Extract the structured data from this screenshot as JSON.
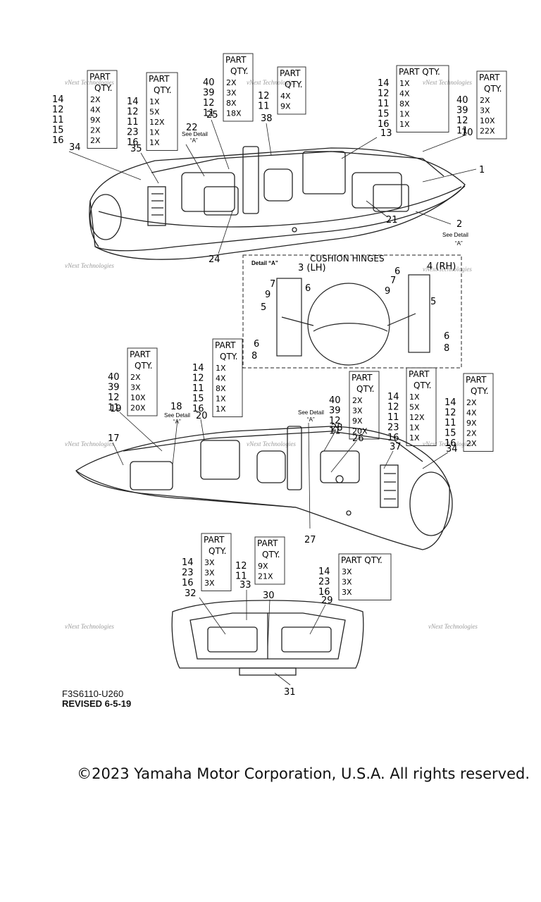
{
  "tables": {
    "t1": {
      "header": [
        "PART",
        "QTY."
      ],
      "nums": [
        "14",
        "12",
        "11",
        "15",
        "16"
      ],
      "qtys": [
        "2X",
        "4X",
        "9X",
        "2X",
        "2X"
      ]
    },
    "t2": {
      "header": [
        "PART",
        "QTY."
      ],
      "nums": [
        "14",
        "12",
        "11",
        "23",
        "16"
      ],
      "qtys": [
        "1X",
        "5X",
        "12X",
        "1X",
        "1X"
      ]
    },
    "t3": {
      "header": [
        "PART",
        "QTY."
      ],
      "nums": [
        "40",
        "39",
        "12",
        "11"
      ],
      "qtys": [
        "2X",
        "3X",
        "8X",
        "18X"
      ]
    },
    "t4": {
      "header": [
        "PART",
        "QTY."
      ],
      "nums": [
        "12",
        "11"
      ],
      "qtys": [
        "4X",
        "9X"
      ]
    },
    "t5": {
      "header": [
        "PART QTY."
      ],
      "nums": [
        "14",
        "12",
        "11",
        "15",
        "16"
      ],
      "qtys": [
        "1X",
        "4X",
        "8X",
        "1X",
        "1X"
      ]
    },
    "t6": {
      "header": [
        "PART",
        "QTY."
      ],
      "nums": [
        "40",
        "39",
        "12",
        "11"
      ],
      "qtys": [
        "2X",
        "3X",
        "10X",
        "22X"
      ]
    },
    "t7": {
      "header": [
        "PART",
        "QTY."
      ],
      "nums": [
        "40",
        "39",
        "12",
        "11"
      ],
      "qtys": [
        "2X",
        "3X",
        "10X",
        "20X"
      ]
    },
    "t8": {
      "header": [
        "PART",
        "QTY."
      ],
      "nums": [
        "14",
        "12",
        "11",
        "15",
        "16"
      ],
      "qtys": [
        "1X",
        "4X",
        "8X",
        "1X",
        "1X"
      ]
    },
    "t9": {
      "header": [
        "PART",
        "QTY."
      ],
      "nums": [
        "40",
        "39",
        "12",
        "11"
      ],
      "qtys": [
        "2X",
        "3X",
        "9X",
        "20X"
      ]
    },
    "t10": {
      "header": [
        "PART",
        "QTY."
      ],
      "nums": [
        "14",
        "12",
        "11",
        "23",
        "16"
      ],
      "qtys": [
        "1X",
        "5X",
        "12X",
        "1X",
        "1X"
      ]
    },
    "t11": {
      "header": [
        "PART",
        "QTY."
      ],
      "nums": [
        "14",
        "12",
        "11",
        "15",
        "16"
      ],
      "qtys": [
        "2X",
        "4X",
        "9X",
        "2X",
        "2X"
      ]
    },
    "t12": {
      "header": [
        "PART",
        "QTY."
      ],
      "nums": [
        "14",
        "23",
        "16"
      ],
      "qtys": [
        "3X",
        "3X",
        "3X"
      ]
    },
    "t13": {
      "header": [
        "PART",
        "QTY."
      ],
      "nums": [
        "12",
        "11"
      ],
      "qtys": [
        "9X",
        "21X"
      ]
    },
    "t14": {
      "header": [
        "PART QTY."
      ],
      "nums": [
        "14",
        "23",
        "16"
      ],
      "qtys": [
        "3X",
        "3X",
        "3X"
      ]
    }
  },
  "callouts": {
    "c1": "1",
    "c2": "2",
    "c10": "10",
    "c13": "13",
    "c21": "21",
    "c22": "22",
    "c24": "24",
    "c25": "25",
    "c34a": "34",
    "c35": "35",
    "c38": "38",
    "c3": "3 (LH)",
    "c4": "4 (RH)",
    "c5a": "5",
    "c5b": "5",
    "c6a": "6",
    "c6b": "6",
    "c6c": "6",
    "c6d": "6",
    "c7a": "7",
    "c7b": "7",
    "c8a": "8",
    "c8b": "8",
    "c9a": "9",
    "c9b": "9",
    "c17": "17",
    "c18": "18",
    "c19": "19",
    "c20": "20",
    "c26": "26",
    "c27": "27",
    "c28": "28",
    "c34b": "34",
    "c37": "37",
    "c29": "29",
    "c30": "30",
    "c31": "31",
    "c32": "32",
    "c33": "33"
  },
  "notes": {
    "see_detail": "See Detail",
    "detail_a": "“A”",
    "detail_header": "Detail “A”",
    "cushion_hinges": "CUSHION HINGES"
  },
  "watermark": "vNext Technologies",
  "doc": {
    "part_code": "F3S6110-U260",
    "revised": "REVISED 6-5-19"
  },
  "copyright": "©2023 Yamaha Motor Corporation, U.S.A. All rights reserved."
}
